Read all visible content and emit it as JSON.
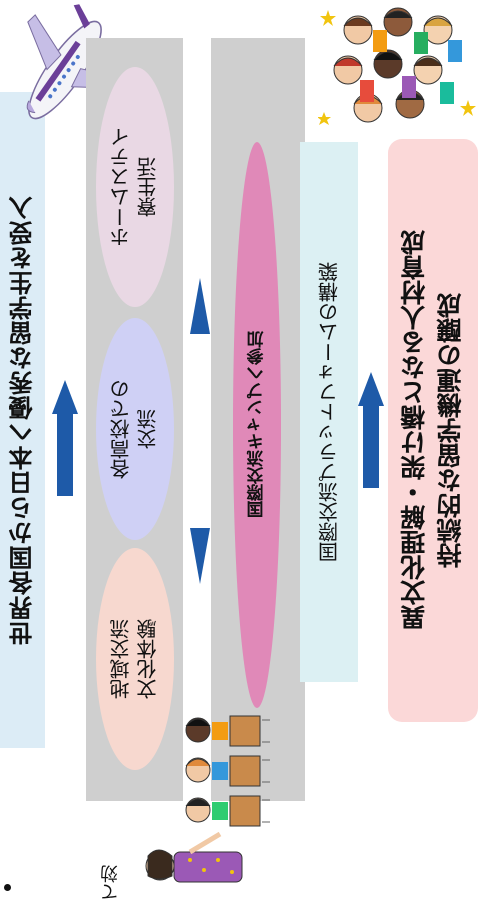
{
  "left_box": {
    "text": "世界各国から日本へ優秀な留学生を受入"
  },
  "activities": {
    "local": "地域交流\n文化体験",
    "school": "各高校での\n交流",
    "home": "ホームステイ\n寮生活"
  },
  "camp": {
    "text": "国際交流キャンプへ参加"
  },
  "platform": {
    "text": "国際交流プラットフォームの構築"
  },
  "outcome": {
    "text": "異文化理解・架け橋となる人材育成\n持続的な留学機運の醸成"
  },
  "partial_text": "て効",
  "colors": {
    "left_box": "#dcecf6",
    "panel": "#cfcfcf",
    "local": "#f7d8cf",
    "school": "#cfd0f5",
    "home": "#e9d8e4",
    "camp": "#e089b8",
    "platform": "#dcf0f3",
    "outcome": "#fbd8d8",
    "arrow": "#1e5aa8"
  },
  "icons": [
    "airplane-illustration",
    "children-group-illustration",
    "students-desks-illustration",
    "teacher-illustration"
  ]
}
